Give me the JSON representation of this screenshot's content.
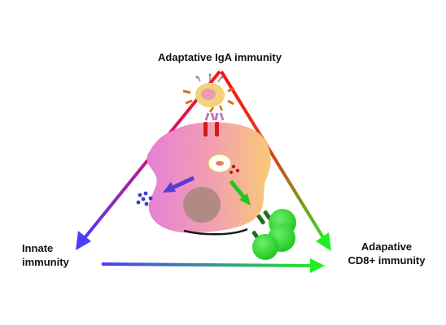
{
  "labels": {
    "top": "Adaptative IgA immunity",
    "left_line1": "Innate",
    "left_line2": "immunity",
    "right_line1": "Adapative",
    "right_line2": "CD8+ immunity"
  },
  "colors": {
    "red": "#ff1010",
    "blue": "#4a3cff",
    "green": "#22ee22",
    "cell_pink": "#e98ad8",
    "cell_orange": "#f7c07a",
    "nucleus": "#b08a83",
    "green_cell": "#2fdc2f",
    "vesicle": "#3d3bd1",
    "text": "#111111"
  }
}
